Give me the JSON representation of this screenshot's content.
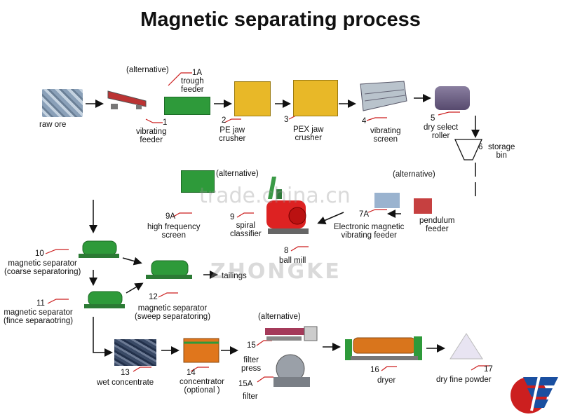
{
  "title": "Magnetic separating process",
  "steps": {
    "raw_ore": "raw ore",
    "s1_num": "1",
    "s1": "vibrating\nfeeder",
    "s1a_alt": "(alternative)",
    "s1a_num": "1A",
    "s1a": "trough\nfeeder",
    "s2_num": "2",
    "s2": "PE jaw\ncrusher",
    "s3_num": "3",
    "s3": "PEX jaw\ncrusher",
    "s4_num": "4",
    "s4": "vibrating\nscreen",
    "s5_num": "5",
    "s5": "dry select\nroller",
    "s6_num": "6",
    "s6": "storage\nbin",
    "s7_alt": "(alternative)",
    "s7a_num": "7A",
    "s7a": "Electronic magnetic\nvibrating feeder",
    "s7": "pendulum\nfeeder",
    "s8_num": "8",
    "s8": "ball mill",
    "s9_alt": "(alternative)",
    "s9_num": "9",
    "s9": "spiral\nclassifier",
    "s9a_num": "9A",
    "s9a": "high frequency\nscreen",
    "s10_num": "10",
    "s10": "magnetic separator\n(coarse separatoring)",
    "s11_num": "11",
    "s11": "magnetic separator\n(fince separaotring)",
    "s12_num": "12",
    "s12": "magnetic separator\n(sweep separatoring)",
    "tailings": "tailings",
    "s13_num": "13",
    "s13": "wet concentrate",
    "s14_num": "14",
    "s14": "concentrator\n(optional )",
    "s15_alt": "(alternative)",
    "s15_num": "15",
    "s15": "filter\npress",
    "s15a_num": "15A",
    "s15a": "filter",
    "s16_num": "16",
    "s16": "dryer",
    "s17_num": "17",
    "s17": "dry fine powder"
  },
  "watermarks": {
    "site": "trade.china.cn",
    "brand": "ZHONGKE"
  },
  "colors": {
    "accent_red": "#cc1f1f",
    "logo_blue": "#1a4fa0",
    "machine_green": "#2e9a3a",
    "machine_yellow": "#e8b828",
    "dryer_orange": "#d9751c"
  }
}
